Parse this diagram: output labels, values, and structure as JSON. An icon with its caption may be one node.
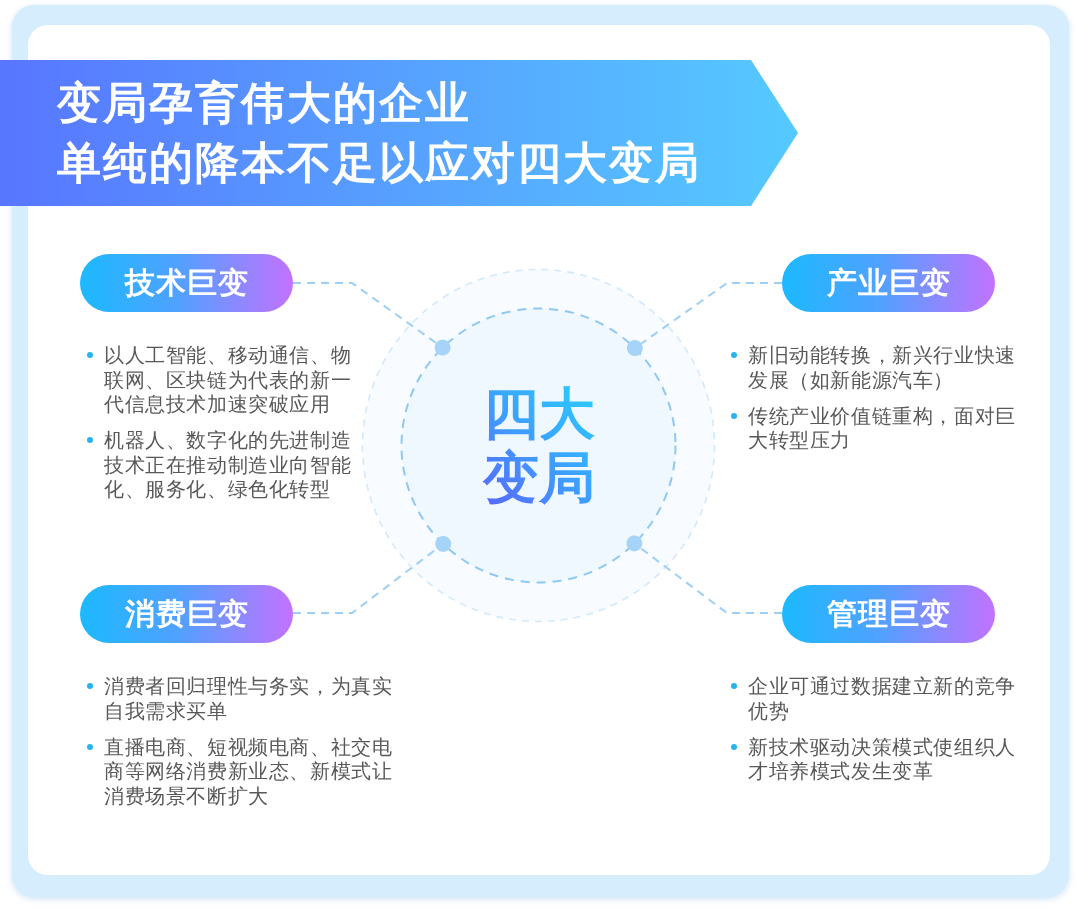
{
  "diagram": {
    "nodes": [
      {
        "text": [
          "变局孕育伟大的企业",
          "单纯的降本不足以应对四大变局"
        ]
      },
      {
        "text": [
          "技术巨变"
        ],
        "beside": [
          "以人工智能、移动通信、物联网、区块链为代表的新一代信息技术加速突破应用",
          "机器人、数字化的先进制造技术正在推动制造业向智能化、服务化、绿色化转型"
        ]
      },
      {
        "text": [
          "产业巨变"
        ],
        "beside": [
          "新旧动能转换，新兴行业快速发展（如新能源汽车）",
          "传统产业价值链重构，面对巨大转型压力"
        ]
      },
      {
        "text": [
          "四大变局"
        ]
      },
      {
        "text": [
          "消费巨变"
        ],
        "beside": [
          "消费者回归理性与务实，为真实自我需求买单",
          "直播电商、短视频电商、社交电商等网络消费新业态、新模式让消费场景不断扩大"
        ]
      },
      {
        "text": [
          "管理巨变"
        ],
        "beside": [
          "企业可通过数据建立新的竞争优势",
          "新技术驱动决策模式使组织人才培养模式发生变革"
        ]
      }
    ],
    "edges": [
      {
        "from": 1,
        "to": 3,
        "arrow": "other",
        "style": "dashed"
      },
      {
        "from": 2,
        "to": 3,
        "arrow": "other",
        "style": "dashed"
      },
      {
        "from": 4,
        "to": 3,
        "arrow": "other",
        "style": "dashed"
      },
      {
        "from": 5,
        "to": 3,
        "arrow": "other",
        "style": "dashed"
      }
    ]
  }
}
